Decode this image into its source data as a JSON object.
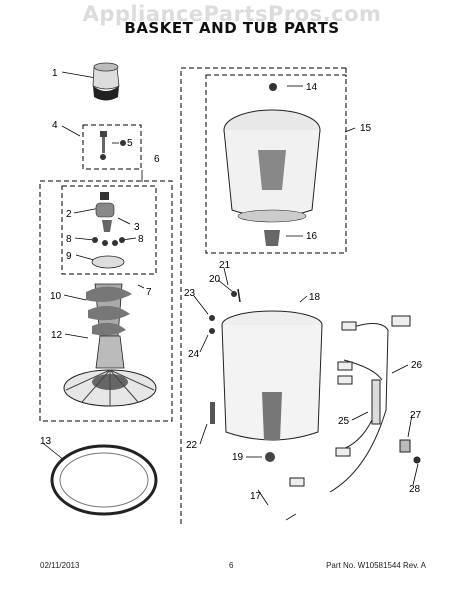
{
  "header": {
    "watermark": "AppliancePartsPros.com",
    "title": "BASKET AND TUB PARTS"
  },
  "callouts": [
    "1",
    "2",
    "3",
    "4",
    "5",
    "6",
    "7",
    "8",
    "8",
    "9",
    "10",
    "12",
    "13",
    "14",
    "15",
    "16",
    "17",
    "18",
    "19",
    "20",
    "21",
    "22",
    "23",
    "24",
    "25",
    "26",
    "27",
    "28"
  ],
  "footer": {
    "date": "02/11/2013",
    "page": "6",
    "part_no": "Part No. W10581544  Rev. A"
  }
}
